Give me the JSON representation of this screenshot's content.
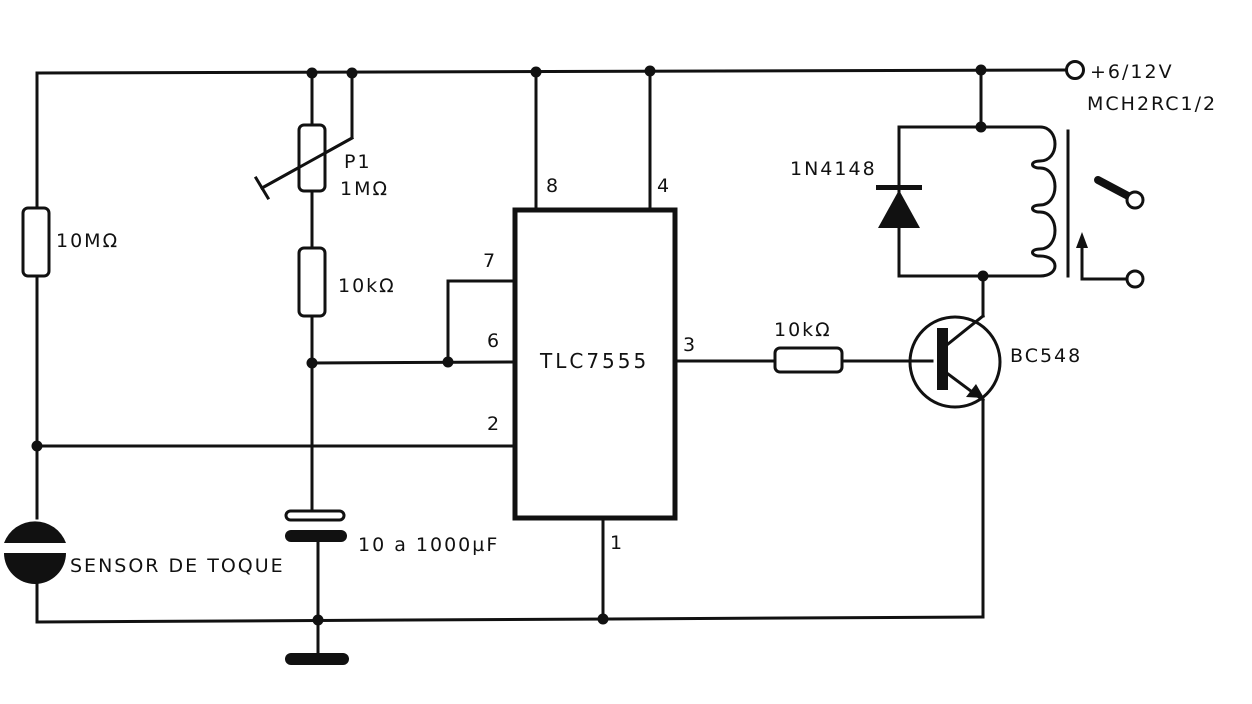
{
  "diagram": {
    "type": "electronic-schematic",
    "title": "Touch-activated relay timer (TLC7555)",
    "supply": {
      "label": "+6/12V"
    },
    "ic": {
      "part": "TLC7555",
      "pins": {
        "p1": "1",
        "p2": "2",
        "p3": "3",
        "p4": "4",
        "p6": "6",
        "p7": "7",
        "p8": "8"
      }
    },
    "components": {
      "r_pullup": {
        "value": "10MΩ"
      },
      "pot": {
        "ref": "P1",
        "value": "1MΩ"
      },
      "r_timing": {
        "value": "10kΩ"
      },
      "capacitor": {
        "value": "10 a 1000µF"
      },
      "sensor": {
        "label": "SENSOR DE TOQUE"
      },
      "r_base": {
        "value": "10kΩ"
      },
      "transistor": {
        "part": "BC548"
      },
      "diode": {
        "part": "1N4148"
      },
      "relay": {
        "part": "MCH2RC1/2"
      }
    },
    "colors": {
      "ink": "#111111",
      "paper": "#ffffff"
    }
  }
}
